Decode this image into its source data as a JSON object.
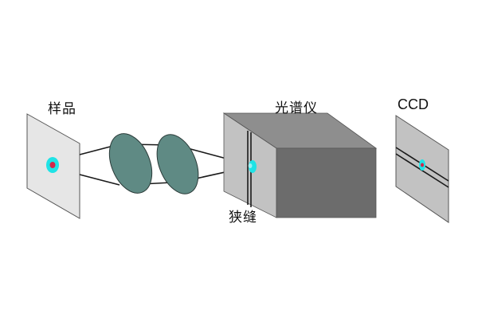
{
  "labels": {
    "sample": "样品",
    "spectrometer": "光谱仪",
    "ccd": "CCD",
    "slit": "狭缝"
  },
  "colors": {
    "background": "#ffffff",
    "panel": "#e6e6e6",
    "lens": "#5f8a84",
    "spot_outer": "#1fe3e6",
    "spot_inner": "#d2274b",
    "box_front": "#c2c2c2",
    "box_top": "#8e8e8e",
    "box_side": "#6c6c6c",
    "line": "#1a1a1a"
  },
  "icons": {
    "sample_spot": "laser-spot-icon",
    "lens": "convex-lens-icon",
    "slit": "slit-icon",
    "ccd_spot": "detector-spot-icon"
  }
}
